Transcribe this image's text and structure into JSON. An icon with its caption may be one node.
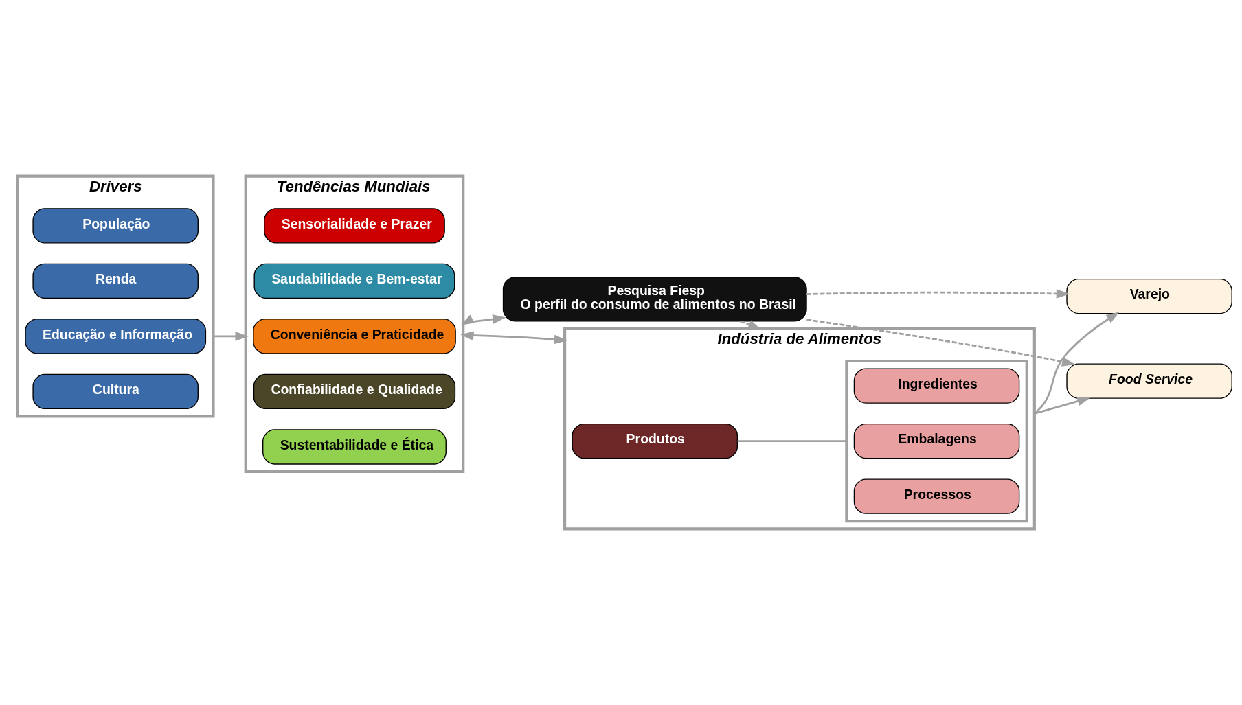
{
  "diagram": {
    "nodes": [
      {
        "text": [
          "Pesquisa Fiesp",
          "O perfil do consumo de alimentos no Brasil"
        ]
      },
      {
        "text": [
          "Drivers"
        ]
      },
      {
        "text": [
          "População"
        ],
        "in": 1
      },
      {
        "text": [
          "Renda"
        ],
        "in": 1
      },
      {
        "text": [
          "Educação e Informação"
        ],
        "in": 1
      },
      {
        "text": [
          "Cultura"
        ],
        "in": 1
      },
      {
        "text": [
          "Tendências Mundiais"
        ]
      },
      {
        "text": [
          "Sensorialidade e Prazer"
        ],
        "in": 6
      },
      {
        "text": [
          "Saudabilidade e Bem-estar"
        ],
        "in": 6
      },
      {
        "text": [
          "Conveniência e Praticidade"
        ],
        "in": 6
      },
      {
        "text": [
          "Confiabilidade e Qualidade"
        ],
        "in": 6
      },
      {
        "text": [
          "Sustentabilidade e Ética"
        ],
        "in": 6
      },
      {
        "text": [
          "Indústria de Alimentos"
        ]
      },
      {
        "text": [
          "Produtos"
        ],
        "in": 12
      },
      {
        "text": [],
        "shape": "box",
        "in": 12
      },
      {
        "text": [
          "Ingredientes"
        ],
        "in": 14
      },
      {
        "text": [
          "Embalagens"
        ],
        "in": 14
      },
      {
        "text": [
          "Processos"
        ],
        "in": 14
      },
      {
        "text": [
          "Varejo"
        ]
      },
      {
        "text": [
          "Food Service"
        ]
      }
    ],
    "edges": [
      {
        "from": 6,
        "to": 0,
        "arrow": "both"
      },
      {
        "from": 0,
        "to": 12,
        "arrow": "to",
        "style": "dashed"
      },
      {
        "from": 0,
        "to": 18,
        "arrow": "to",
        "style": "dashed"
      },
      {
        "from": 0,
        "to": 19,
        "arrow": "to",
        "style": "dashed"
      },
      {
        "from": 1,
        "to": 6,
        "arrow": "to"
      },
      {
        "from": 6,
        "to": 12,
        "arrow": "both"
      },
      {
        "from": 13,
        "to": 14,
        "arrow": "none"
      },
      {
        "from": 12,
        "to": 18,
        "arrow": "to"
      },
      {
        "from": 12,
        "to": 19,
        "arrow": "to"
      }
    ]
  }
}
